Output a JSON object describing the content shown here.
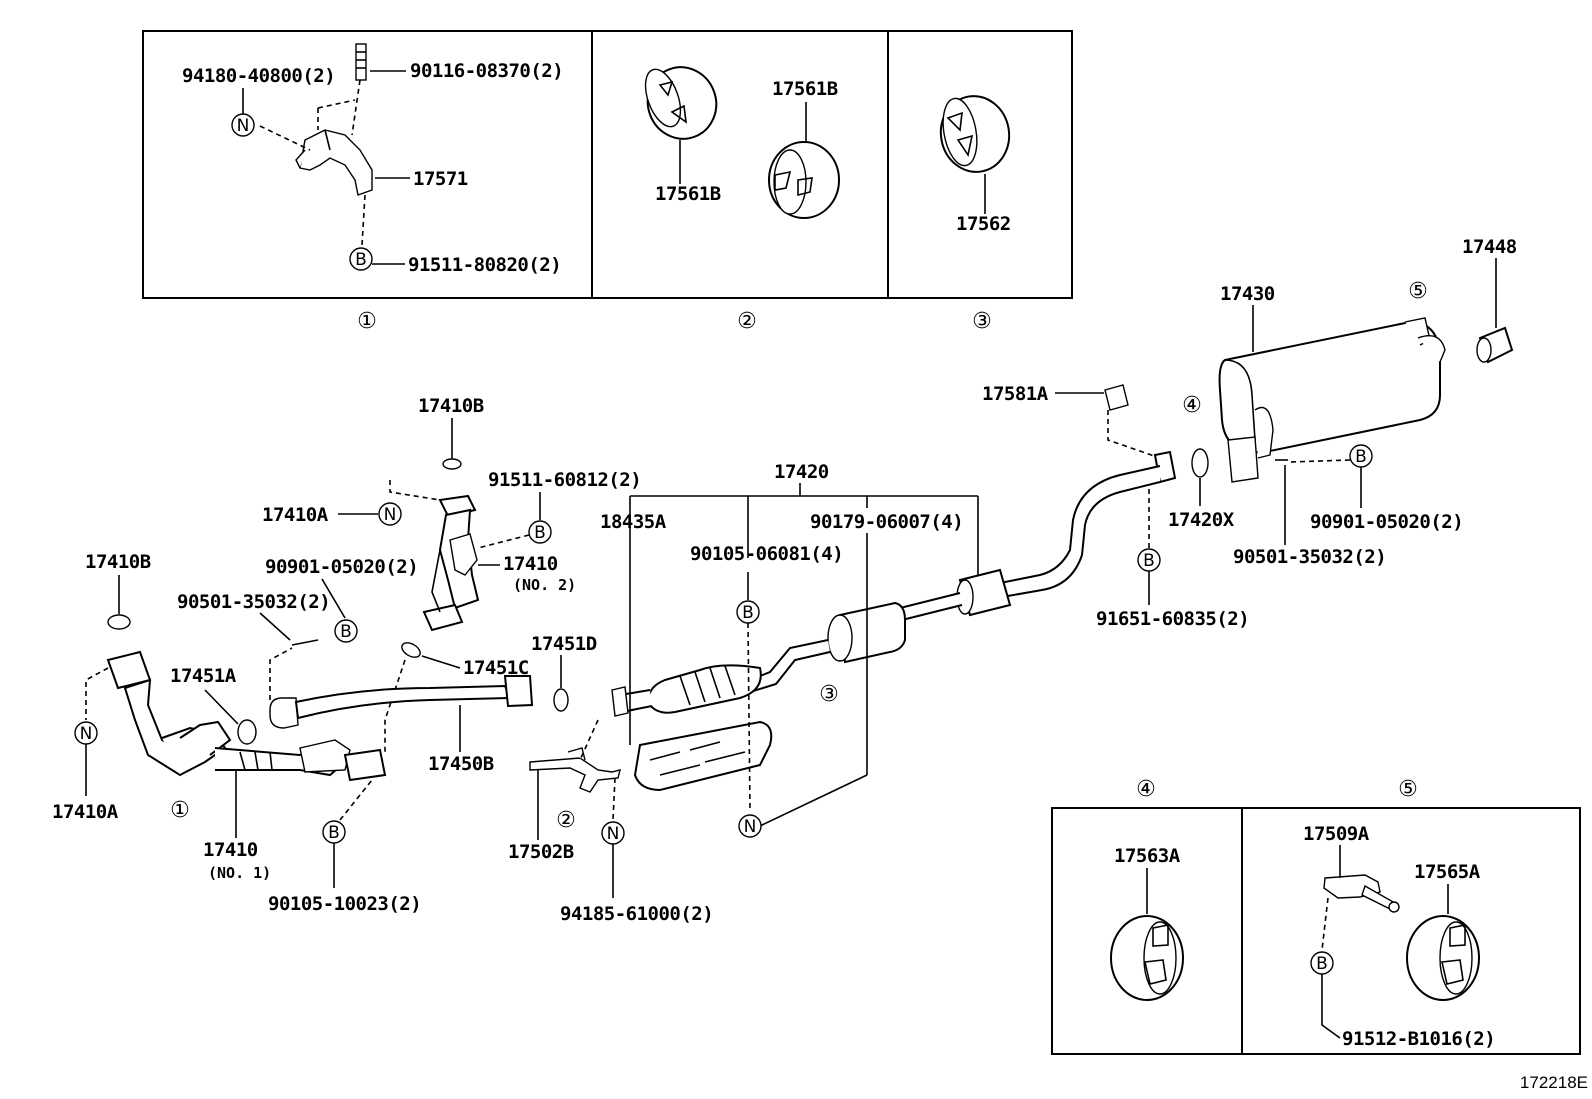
{
  "labels": {
    "box1_p1": "94180-40800(2)",
    "box1_p2": "90116-08370(2)",
    "box1_p3": "17571",
    "box1_p4": "91511-80820(2)",
    "box2_p1": "17561B",
    "box2_p2": "17561B",
    "box3_p1": "17562",
    "box4_p1": "17563A",
    "box5_p1": "17509A",
    "box5_p2": "17565A",
    "box5_p3": "91512-B1016(2)",
    "p17448": "17448",
    "p17430": "17430",
    "p17581A": "17581A",
    "p17420X": "17420X",
    "p90901_r": "90901-05020(2)",
    "p90501_r": "90501-35032(2)",
    "p91651": "91651-60835(2)",
    "p17420": "17420",
    "p18435A": "18435A",
    "p90105_06081": "90105-06081(4)",
    "p90179": "90179-06007(4)",
    "p17410B_top": "17410B",
    "p91511_60812": "91511-60812(2)",
    "p17410A_top": "17410A",
    "p17410_no2": "17410",
    "p17410_no2_sub": "(NO. 2)",
    "p17410B_left": "17410B",
    "p90901_l": "90901-05020(2)",
    "p90501_l": "90501-35032(2)",
    "p17451A": "17451A",
    "p17451C": "17451C",
    "p17451D": "17451D",
    "p17450B": "17450B",
    "p17410A_left": "17410A",
    "p17410_no1": "17410",
    "p17410_no1_sub": "(NO. 1)",
    "p90105_10023": "90105-10023(2)",
    "p17502B": "17502B",
    "p94185": "94185-61000(2)",
    "ref_code": "172218E"
  },
  "markers": {
    "N": "N",
    "B": "B"
  },
  "section_numbers": {
    "s1": "①",
    "s2": "②",
    "s3": "③",
    "s4": "④",
    "s5": "⑤"
  }
}
